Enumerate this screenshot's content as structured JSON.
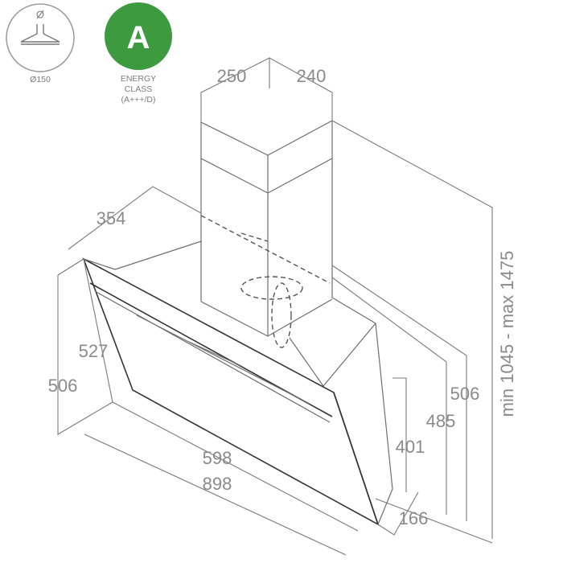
{
  "icons": {
    "duct": {
      "caption": "Ø150"
    },
    "energy": {
      "letter": "A",
      "color": "#3d9a3f",
      "caption_line1": "ENERGY",
      "caption_line2": "CLASS",
      "caption_line3": "(A+++/D)"
    }
  },
  "dimensions": {
    "chimney_width": "250",
    "chimney_depth": "240",
    "hood_depth": "354",
    "glass_height": "527",
    "side_height": "506",
    "inner_width": "598",
    "total_width": "898",
    "front_depth": "166",
    "front_height": "401",
    "body_height": "485",
    "body_height_rear": "506",
    "total_height": "min 1045 - max 1475"
  }
}
